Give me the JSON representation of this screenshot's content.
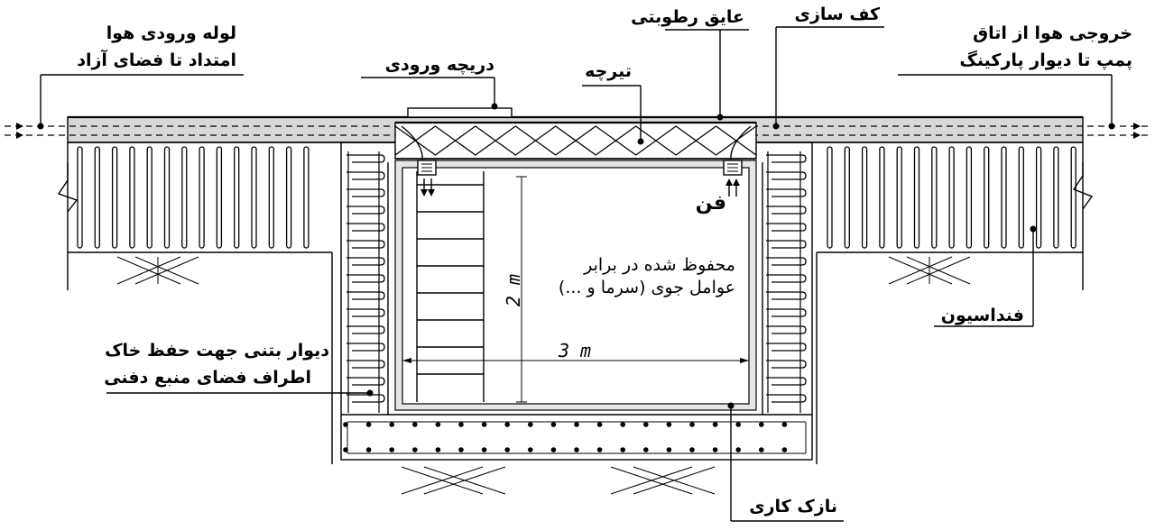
{
  "labels": {
    "inlet_pipe_line1": "لوله ورودی هوا",
    "inlet_pipe_line2": "امتداد تا فضای آزاد",
    "inlet_hatch": "دریچه ورودی",
    "moisture_barrier": "عایق رطوبتی",
    "joist": "تیرچه",
    "flooring": "کف سازی",
    "outlet_line1": "خروجی هوا از اتاق",
    "outlet_line2": "پمپ تا دیوار پارکینگ",
    "fan": "فن",
    "protected_line1": "محفوظ شده در برابر",
    "protected_line2": "عوامل جوی (سرما و ...)",
    "foundation": "فنداسیون",
    "wall_line1": "دیوار بتنی جهت حفظ خاک",
    "wall_line2": "اطراف فضای منبع دفنی",
    "finishing": "نازک کاری"
  },
  "dimensions": {
    "height": "2 m",
    "width": "3 m"
  }
}
